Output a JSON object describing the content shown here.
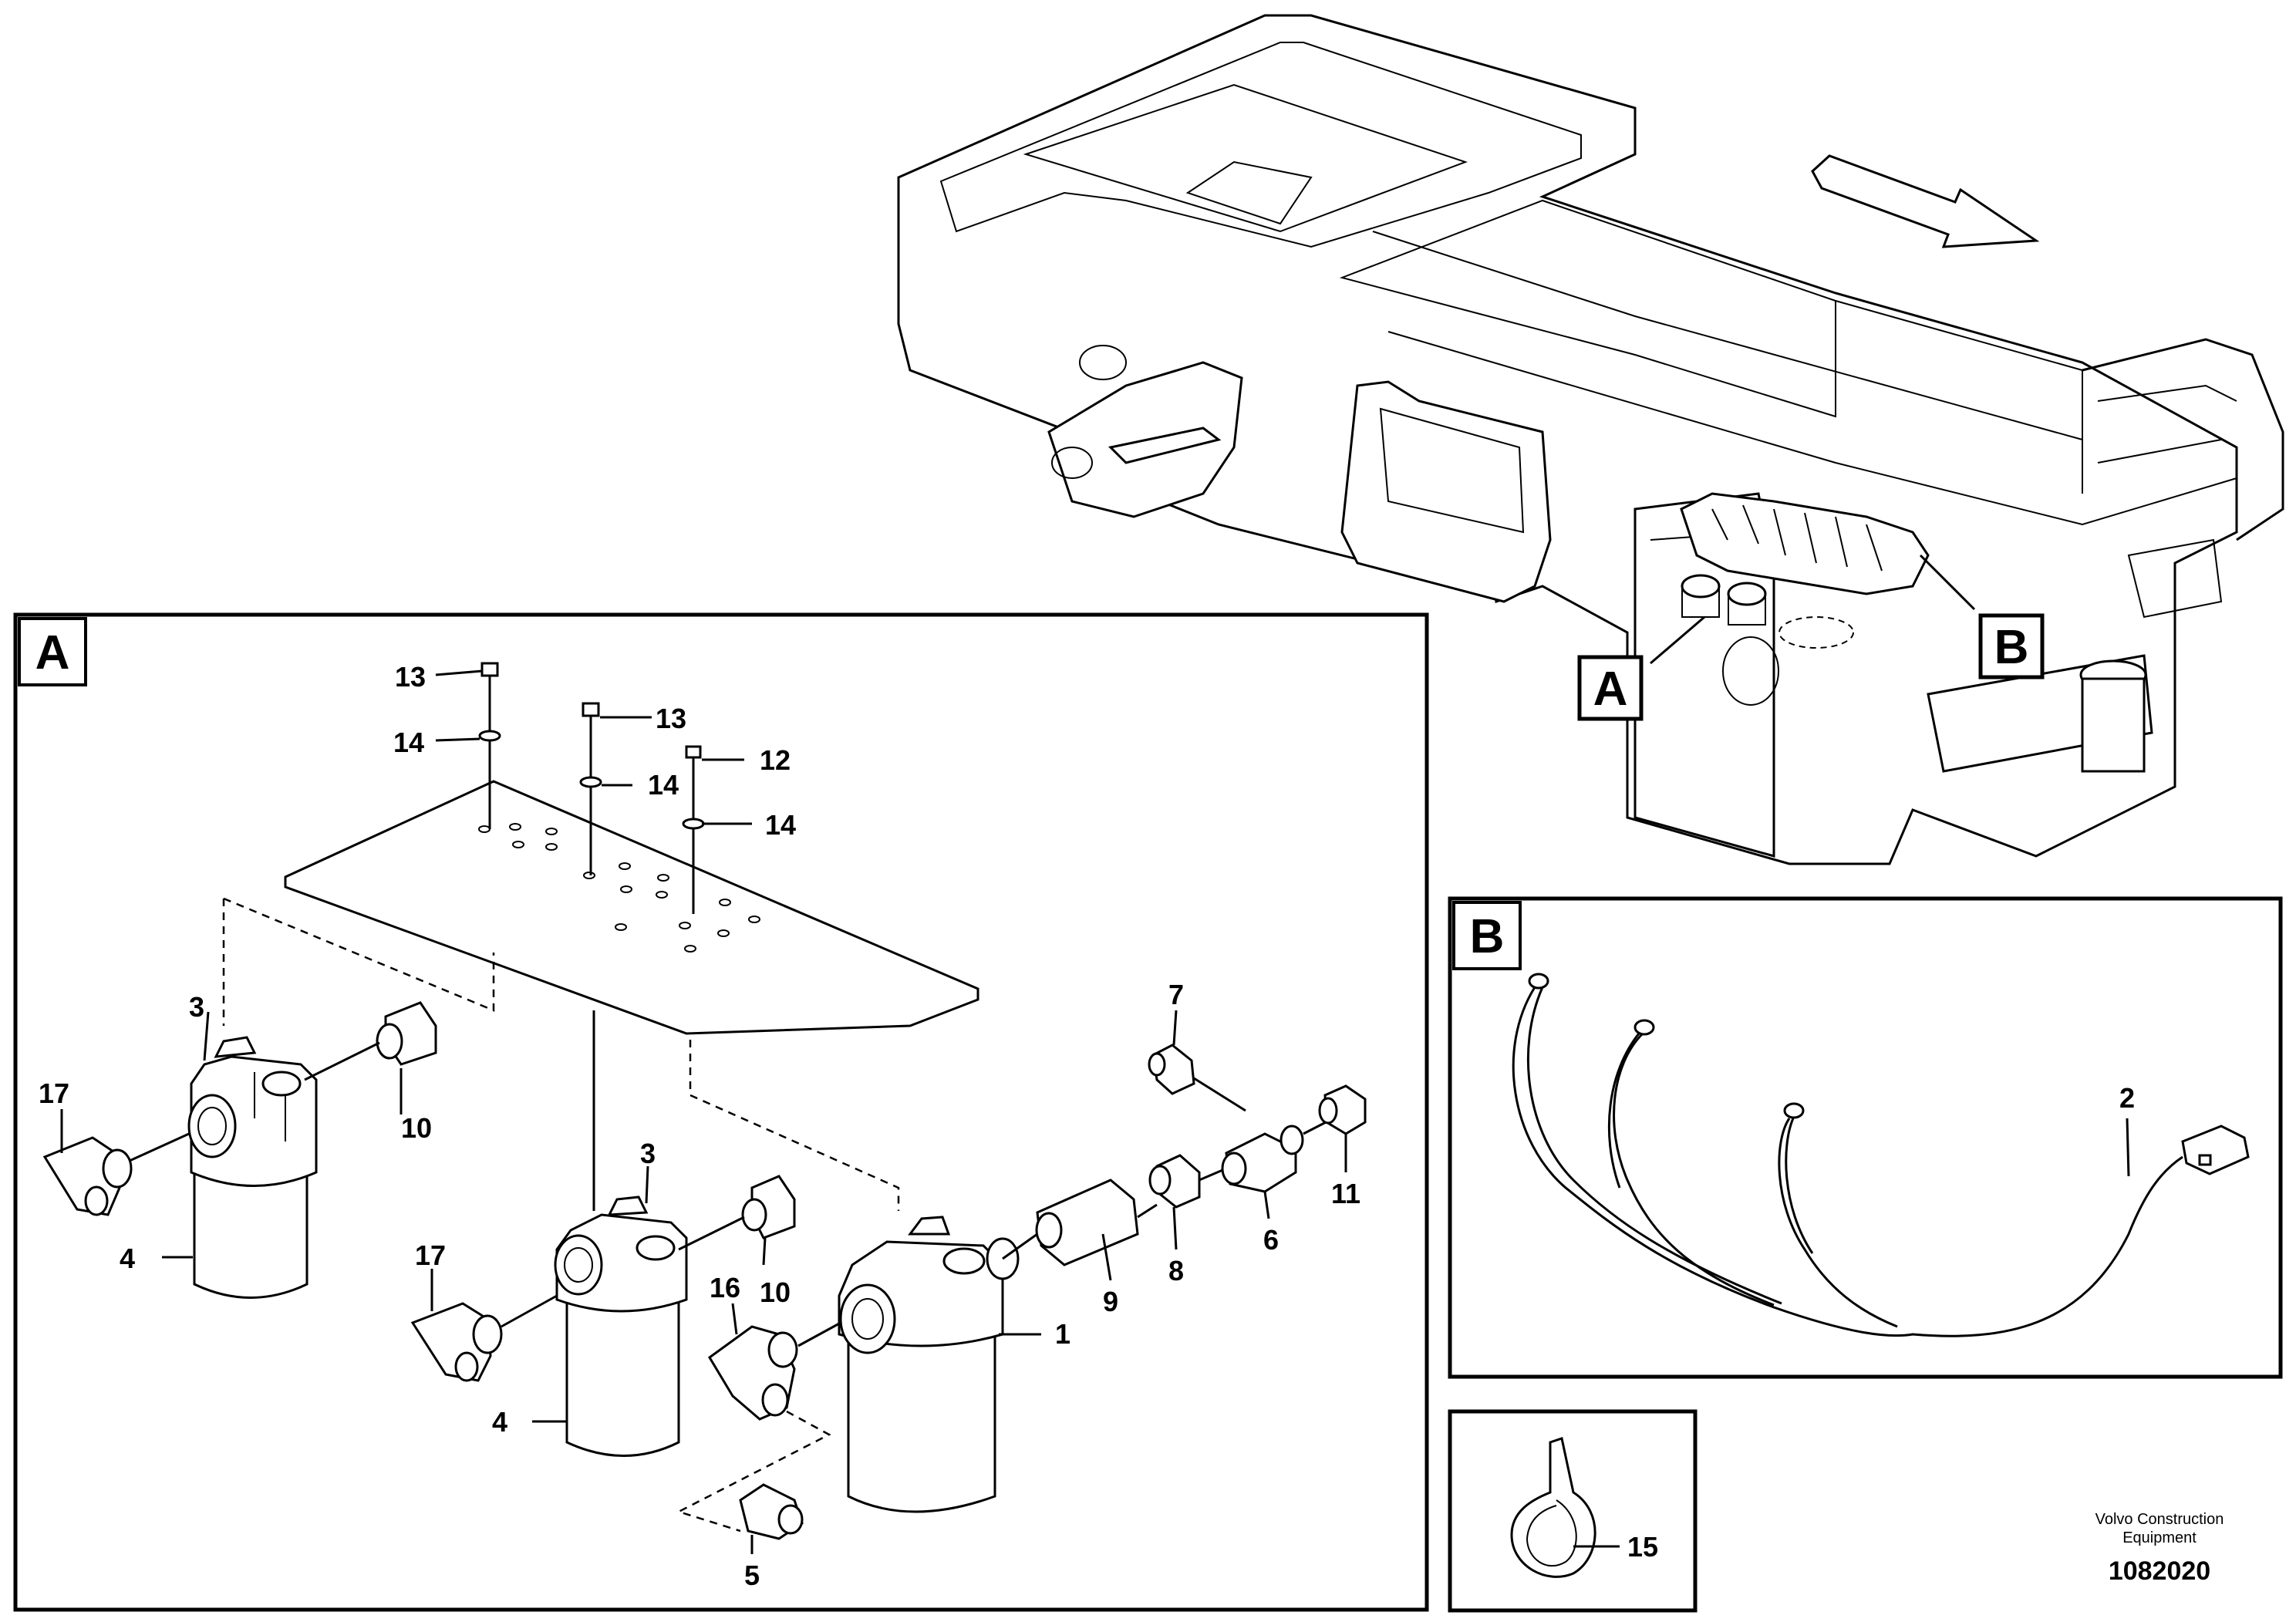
{
  "callouts": {
    "frame_a": "A",
    "frame_b": "B",
    "panel_a": "A",
    "panel_b": "B"
  },
  "part_labels": {
    "p1": "1",
    "p2": "2",
    "p3a": "3",
    "p3b": "3",
    "p4a": "4",
    "p4b": "4",
    "p5": "5",
    "p6": "6",
    "p7": "7",
    "p8": "8",
    "p9": "9",
    "p10a": "10",
    "p10b": "10",
    "p11": "11",
    "p12": "12",
    "p13a": "13",
    "p13b": "13",
    "p14a": "14",
    "p14b": "14",
    "p14c": "14",
    "p15": "15",
    "p16": "16",
    "p17a": "17",
    "p17b": "17"
  },
  "credit": {
    "line1": "Volvo Construction",
    "line2": "Equipment",
    "doc_number": "1082020"
  },
  "icons": {
    "direction_arrow": "forward-direction-arrow-icon"
  }
}
